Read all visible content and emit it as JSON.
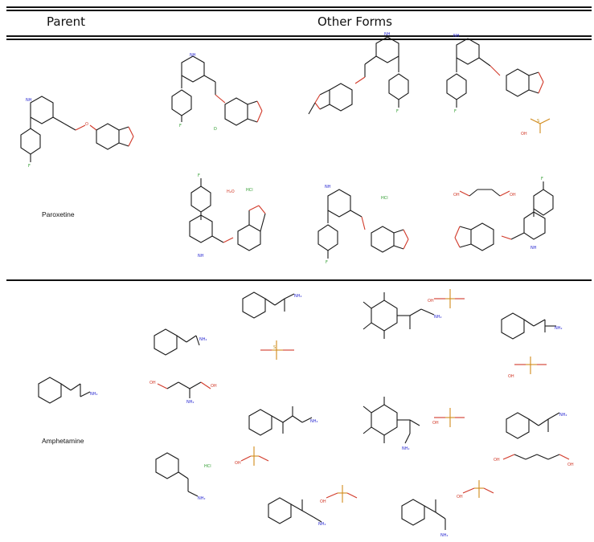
{
  "table": {
    "header_parent": "Parent",
    "header_other": "Other Forms",
    "rows": [
      {
        "parent_name": "Paroxetine"
      },
      {
        "parent_name": "Amphetamine"
      }
    ]
  },
  "atom_labels": {
    "N": "N",
    "NH": "NH",
    "NH2": "NH₂",
    "O": "O",
    "OH": "OH",
    "F": "F",
    "S": "S",
    "HCl": "HCl",
    "H2O": "H₂O",
    "D": "D",
    "Cl": "Cl"
  },
  "colors": {
    "nitrogen": "#2a2ad2",
    "oxygen": "#d23a2a",
    "chlorine": "#2a9a2a",
    "sulfur": "#c08a10"
  }
}
